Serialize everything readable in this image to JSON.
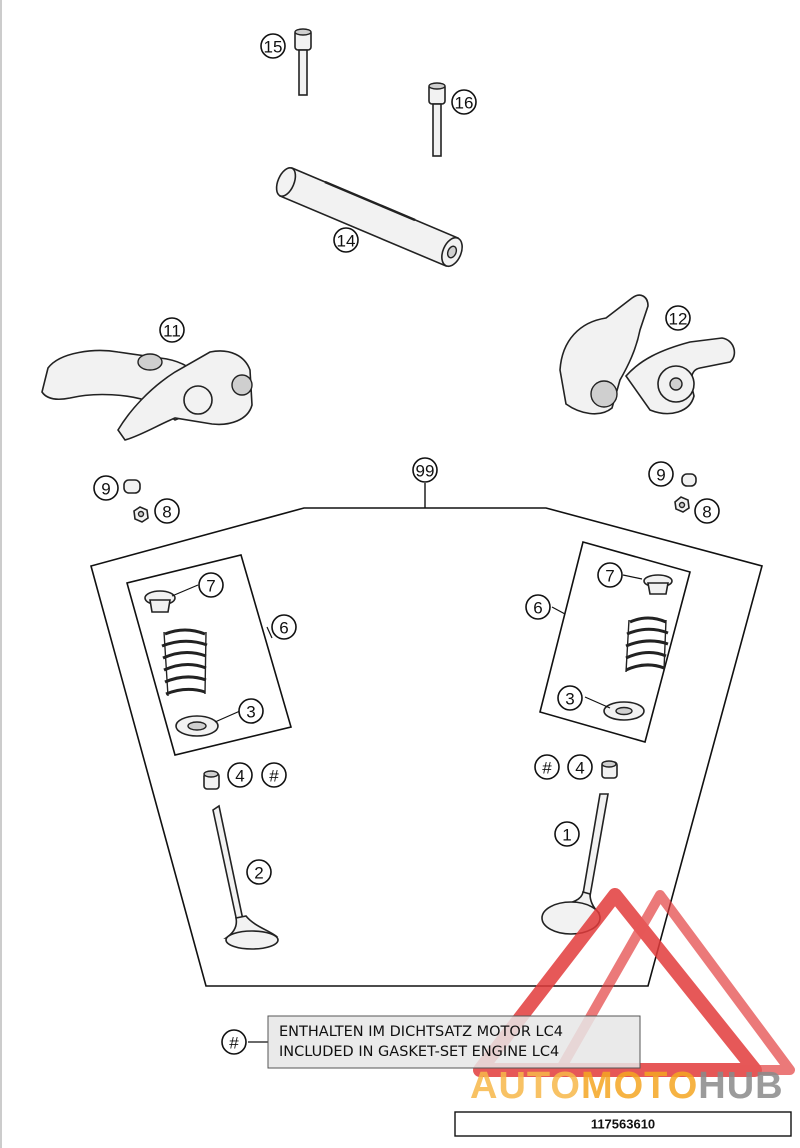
{
  "callouts": {
    "c1": "1",
    "c2": "2",
    "c3": "3",
    "c4": "4",
    "c6": "6",
    "c7": "7",
    "c8": "8",
    "c9": "9",
    "c11": "11",
    "c12": "12",
    "c14": "14",
    "c15": "15",
    "c16": "16",
    "c99": "99",
    "hash": "#"
  },
  "note": {
    "symbol": "#",
    "line1": "ENTHALTEN IM DICHTSATZ MOTOR LC4",
    "line2": "INCLUDED IN GASKET-SET ENGINE LC4"
  },
  "watermark": {
    "part1": "AUTO",
    "part2": "MOTO",
    "part3": "HUB",
    "colors": {
      "auto": "#f7b84a",
      "moto": "#f5a623",
      "hub": "#8a8a8a",
      "triangle": "#e23b3b"
    }
  },
  "doc_number": "117563610"
}
